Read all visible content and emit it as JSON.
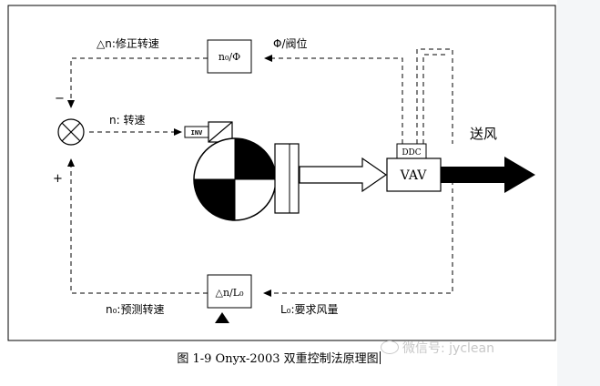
{
  "labels": {
    "correction": "△n:修正转速",
    "valve_position": "Φ/阀位",
    "speed": "n: 转速",
    "predicted_speed": "n₀:预测转速",
    "required_air": "L₀:要求风量",
    "supply_air": "送风",
    "minus_sign": "−",
    "plus_sign": "+"
  },
  "boxes": {
    "top": "n₀/Φ",
    "bottom": "△n/L₀",
    "inv": "INV",
    "ddc": "DDC",
    "vav": "VAV"
  },
  "caption": "图 1-9 Onyx-2003 双重控制法原理图",
  "watermark": "微信号: jyclean",
  "colors": {
    "line": "#000000",
    "background": "#ffffff",
    "watermark": "#c8c8c8"
  }
}
